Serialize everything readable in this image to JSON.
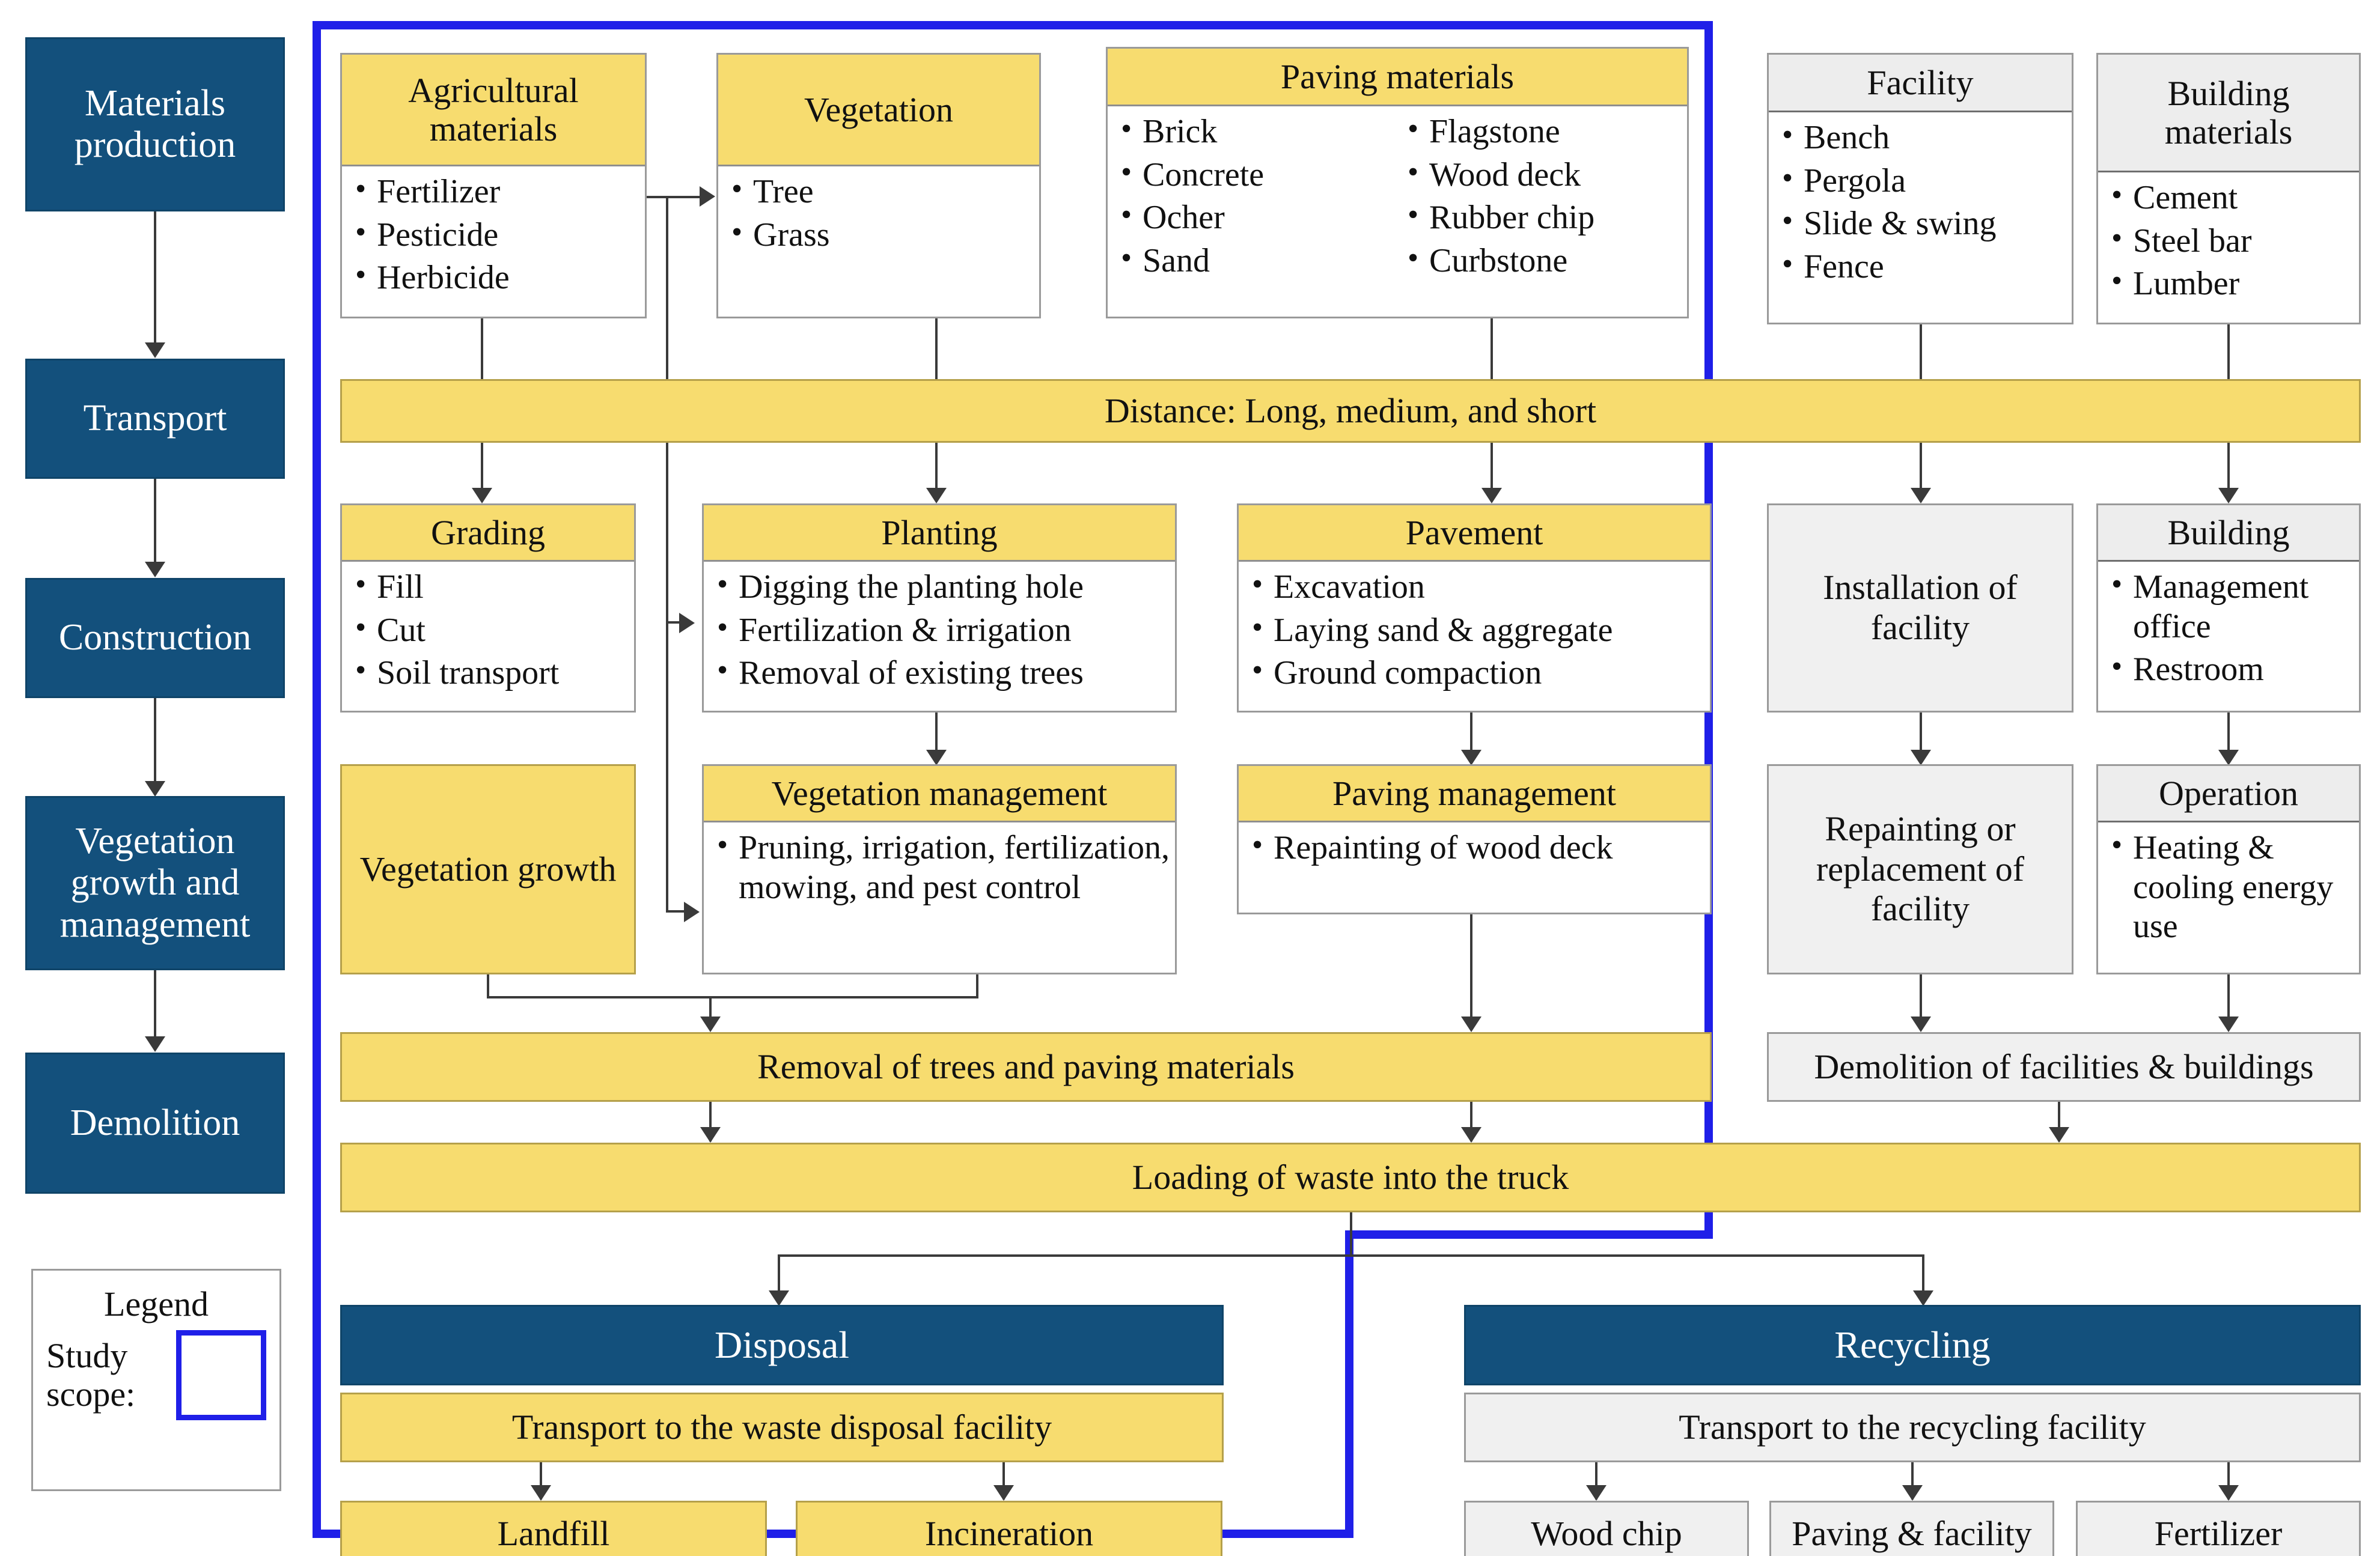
{
  "colors": {
    "stage_fill": "#13507c",
    "yellow_fill": "#f7dc6f",
    "grey_fill": "#f0f0f0",
    "white_fill": "#ffffff",
    "scope_border": "#1f1fe8",
    "connector": "#3a3a3a"
  },
  "stages": [
    {
      "label": "Materials production"
    },
    {
      "label": "Transport"
    },
    {
      "label": "Construction"
    },
    {
      "label": "Vegetation growth and management"
    },
    {
      "label": "Demolition"
    }
  ],
  "legend": {
    "title": "Legend",
    "scope_label": "Study scope:"
  },
  "materials_row": {
    "agricultural": {
      "title": "Agricultural materials",
      "items": [
        "Fertilizer",
        "Pesticide",
        "Herbicide"
      ]
    },
    "vegetation": {
      "title": "Vegetation",
      "items": [
        "Tree",
        "Grass"
      ]
    },
    "paving": {
      "title": "Paving materials",
      "items_left": [
        "Brick",
        "Concrete",
        "Ocher",
        "Sand"
      ],
      "items_right": [
        "Flagstone",
        "Wood deck",
        "Rubber chip",
        "Curbstone"
      ]
    },
    "facility": {
      "title": "Facility",
      "items": [
        "Bench",
        "Pergola",
        "Slide & swing",
        "Fence"
      ]
    },
    "building_materials": {
      "title": "Building materials",
      "items": [
        "Cement",
        "Steel bar",
        "Lumber"
      ]
    }
  },
  "transport_bar": {
    "label": "Distance: Long, medium, and short"
  },
  "construction_row": {
    "grading": {
      "title": "Grading",
      "items": [
        "Fill",
        "Cut",
        "Soil transport"
      ]
    },
    "planting": {
      "title": "Planting",
      "items": [
        "Digging the planting hole",
        "Fertilization & irrigation",
        "Removal of existing trees"
      ]
    },
    "pavement": {
      "title": "Pavement",
      "items": [
        "Excavation",
        "Laying sand & aggregate",
        "Ground compaction"
      ]
    },
    "installation_of_facility": {
      "title": "Installation of facility"
    },
    "building": {
      "title": "Building",
      "items": [
        "Management office",
        "Restroom"
      ]
    }
  },
  "management_row": {
    "vegetation_growth": {
      "title": "Vegetation growth"
    },
    "vegetation_management": {
      "title": "Vegetation management",
      "items": [
        "Pruning, irrigation, fertilization, mowing, and pest control"
      ]
    },
    "paving_management": {
      "title": "Paving management",
      "items": [
        "Repainting of wood deck"
      ]
    },
    "repainting_facility": {
      "title": "Repainting or replacement of facility"
    },
    "operation": {
      "title": "Operation",
      "items": [
        "Heating & cooling energy use"
      ]
    }
  },
  "demolition_row": {
    "removal": {
      "label": "Removal of trees and paving materials"
    },
    "demolition_facilities": {
      "label": "Demolition of facilities & buildings"
    },
    "loading": {
      "label": "Loading of waste into the truck"
    }
  },
  "end_of_life": {
    "disposal": {
      "title": "Disposal",
      "transport": "Transport to the waste disposal facility",
      "outputs": [
        "Landfill",
        "Incineration"
      ]
    },
    "recycling": {
      "title": "Recycling",
      "transport": "Transport to the recycling facility",
      "outputs": [
        "Wood chip",
        "Paving & facility",
        "Fertilizer"
      ]
    }
  }
}
